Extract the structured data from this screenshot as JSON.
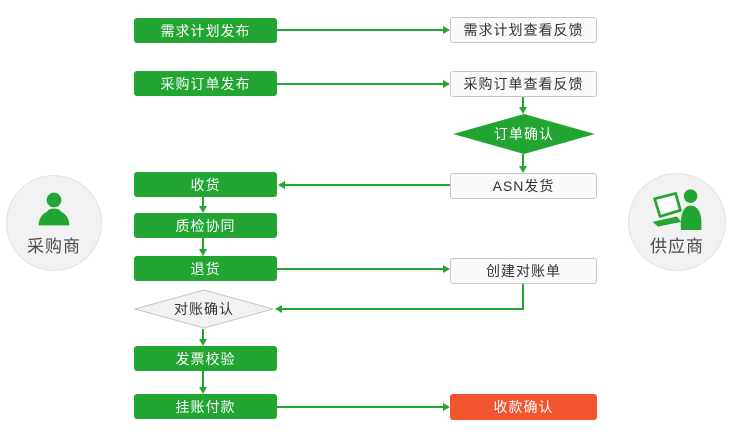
{
  "palette": {
    "green": "#22a532",
    "red": "#f2542f",
    "boxBg": "#fafafa",
    "boxBorder": "#c6c6c6",
    "diamondBg": "#f2f2f2",
    "circleBg": "#f2f2f2",
    "circleBorder": "#e2e2e2",
    "textDark": "#333333"
  },
  "actors": {
    "buyer": {
      "label": "采购商",
      "icon": "person-icon"
    },
    "supplier": {
      "label": "供应商",
      "icon": "person-with-laptop-icon"
    }
  },
  "nodes": {
    "demand_plan_release": {
      "label": "需求计划发布",
      "style": "green-box"
    },
    "demand_plan_feedback": {
      "label": "需求计划查看反馈",
      "style": "white-box"
    },
    "po_release": {
      "label": "采购订单发布",
      "style": "green-box"
    },
    "po_feedback": {
      "label": "采购订单查看反馈",
      "style": "white-box"
    },
    "order_confirm": {
      "label": "订单确认",
      "style": "green-diamond"
    },
    "asn_ship": {
      "label": "ASN发货",
      "style": "white-box"
    },
    "receive": {
      "label": "收货",
      "style": "green-box"
    },
    "quality_check": {
      "label": "质检协同",
      "style": "green-box"
    },
    "return_goods": {
      "label": "退货",
      "style": "green-box"
    },
    "create_statement": {
      "label": "创建对账单",
      "style": "white-box"
    },
    "statement_confirm": {
      "label": "对账确认",
      "style": "white-diamond"
    },
    "invoice_verify": {
      "label": "发票校验",
      "style": "green-box"
    },
    "payment_on_account": {
      "label": "挂账付款",
      "style": "green-box"
    },
    "payment_confirm": {
      "label": "收款确认",
      "style": "red-box"
    }
  },
  "edges": [
    {
      "from": "demand_plan_release",
      "to": "demand_plan_feedback"
    },
    {
      "from": "po_release",
      "to": "po_feedback"
    },
    {
      "from": "po_feedback",
      "to": "order_confirm"
    },
    {
      "from": "order_confirm",
      "to": "asn_ship"
    },
    {
      "from": "asn_ship",
      "to": "receive"
    },
    {
      "from": "receive",
      "to": "quality_check"
    },
    {
      "from": "quality_check",
      "to": "return_goods"
    },
    {
      "from": "return_goods",
      "to": "create_statement"
    },
    {
      "from": "create_statement",
      "to": "statement_confirm"
    },
    {
      "from": "statement_confirm",
      "to": "invoice_verify"
    },
    {
      "from": "invoice_verify",
      "to": "payment_on_account"
    },
    {
      "from": "payment_on_account",
      "to": "payment_confirm"
    }
  ]
}
